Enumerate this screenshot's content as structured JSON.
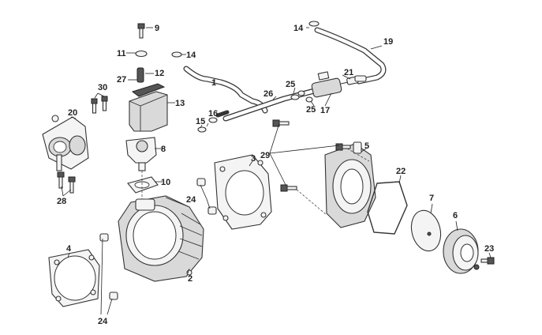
{
  "callouts": {
    "c1": "1",
    "c2": "2",
    "c3": "3",
    "c4": "4",
    "c5": "5",
    "c6": "6",
    "c7": "7",
    "c8": "8",
    "c9": "9",
    "c10": "10",
    "c11": "11",
    "c12": "12",
    "c13": "13",
    "c14a": "14",
    "c14b": "14",
    "c15": "15",
    "c16": "16",
    "c17": "17",
    "c19": "19",
    "c20": "20",
    "c21": "21",
    "c22": "22",
    "c23": "23",
    "c24a": "24",
    "c24b": "24",
    "c25a": "25",
    "c25b": "25",
    "c26": "26",
    "c27": "27",
    "c28": "28",
    "c29": "29",
    "c30": "30"
  },
  "colors": {
    "line": "#333333",
    "fill": "#f4f4f4",
    "shade": "#d9d9d9",
    "text": "#222222"
  }
}
